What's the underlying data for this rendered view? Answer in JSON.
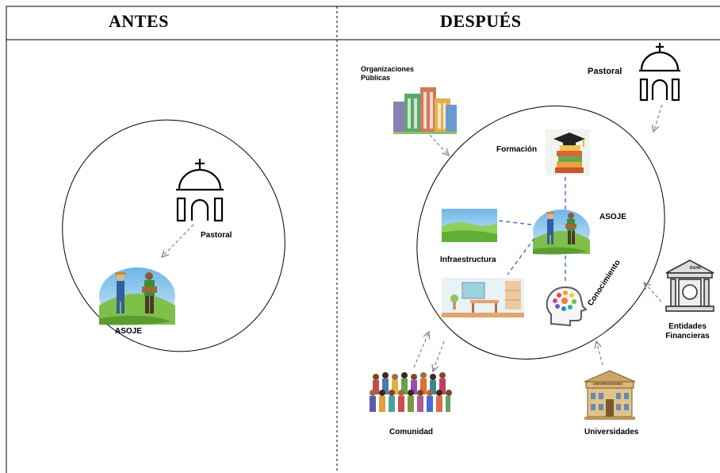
{
  "headers": {
    "before": "ANTES",
    "after": "DESPUÉS"
  },
  "before": {
    "pastoral": "Pastoral",
    "asoje": "ASOJE"
  },
  "after": {
    "org_line1": "Organizaciones",
    "org_line2": "Públicas",
    "pastoral": "Pastoral",
    "formacion": "Formación",
    "asoje": "ASOJE",
    "infraestructura": "Infraestructura",
    "conocimiento": "Conocimiento",
    "entidades_line1": "Entidades",
    "entidades_line2": "Financieras",
    "comunidad": "Comunidad",
    "universidades": "Universidades",
    "bank_sign": "BANK",
    "uni_sign": "UNIVERSIDADES"
  },
  "colors": {
    "line": "#000000",
    "dashed_link": "#3a6fc4",
    "arrow": "#8a8a8a"
  }
}
